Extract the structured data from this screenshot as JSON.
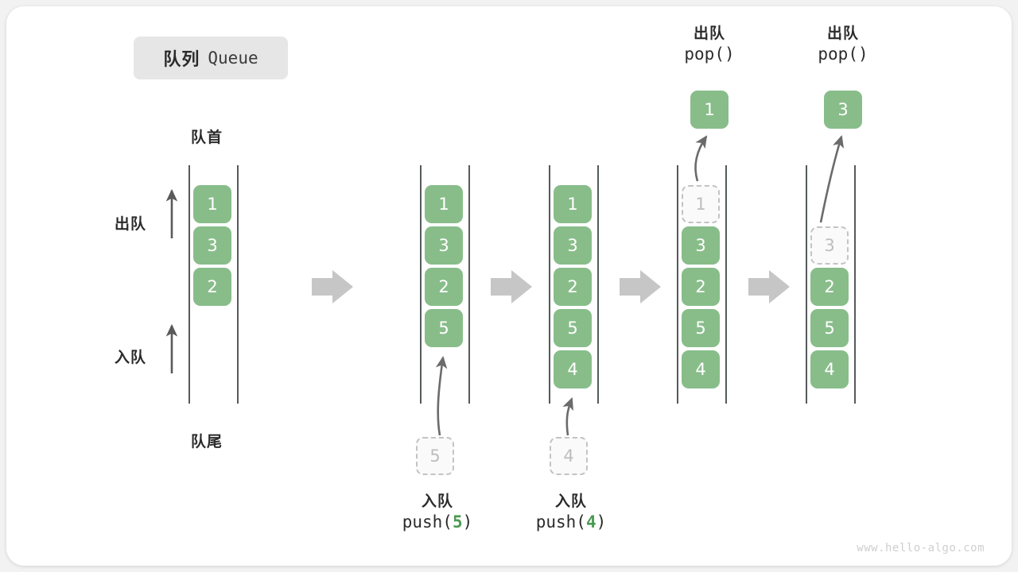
{
  "title": {
    "cn": "队列",
    "en": "Queue"
  },
  "labels": {
    "head": "队首",
    "tail": "队尾",
    "dequeue": "出队",
    "enqueue": "入队"
  },
  "colors": {
    "cell_fill": "#88bd8a",
    "cell_text": "#ffffff",
    "ghost_border": "#c3c3c3",
    "ghost_text": "#bdbdbd",
    "rail": "#555a5a",
    "arrow_gray": "#6b6b6b",
    "step_arrow": "#c6c6c6",
    "accent_num": "#4b9a52",
    "chip_bg": "#e6e6e6",
    "card_bg": "#ffffff",
    "page_bg": "#f2f2f2"
  },
  "steps": [
    {
      "id": "step-initial",
      "cells": [
        "1",
        "3",
        "2"
      ],
      "ghosts": [],
      "caption_cn": null,
      "caption_code": null,
      "incoming": null,
      "outgoing": null
    },
    {
      "id": "step-push-5",
      "cells": [
        "1",
        "3",
        "2",
        "5"
      ],
      "ghosts": [],
      "caption_cn": "入队",
      "caption_code_pre": "push(",
      "caption_code_num": "5",
      "caption_code_post": ")",
      "incoming": "5",
      "outgoing": null
    },
    {
      "id": "step-push-4",
      "cells": [
        "1",
        "3",
        "2",
        "5",
        "4"
      ],
      "ghosts": [],
      "caption_cn": "入队",
      "caption_code_pre": "push(",
      "caption_code_num": "4",
      "caption_code_post": ")",
      "incoming": "4",
      "outgoing": null
    },
    {
      "id": "step-pop-1",
      "cells": [
        "3",
        "2",
        "5",
        "4"
      ],
      "ghost_slot0": "1",
      "caption_cn": "出队",
      "caption_code": "pop()",
      "outgoing": "1"
    },
    {
      "id": "step-pop-3",
      "cells": [
        "2",
        "5",
        "4"
      ],
      "ghost_slot1": "3",
      "caption_cn": "出队",
      "caption_code": "pop()",
      "outgoing": "3"
    }
  ],
  "watermark": "www.hello-algo.com"
}
